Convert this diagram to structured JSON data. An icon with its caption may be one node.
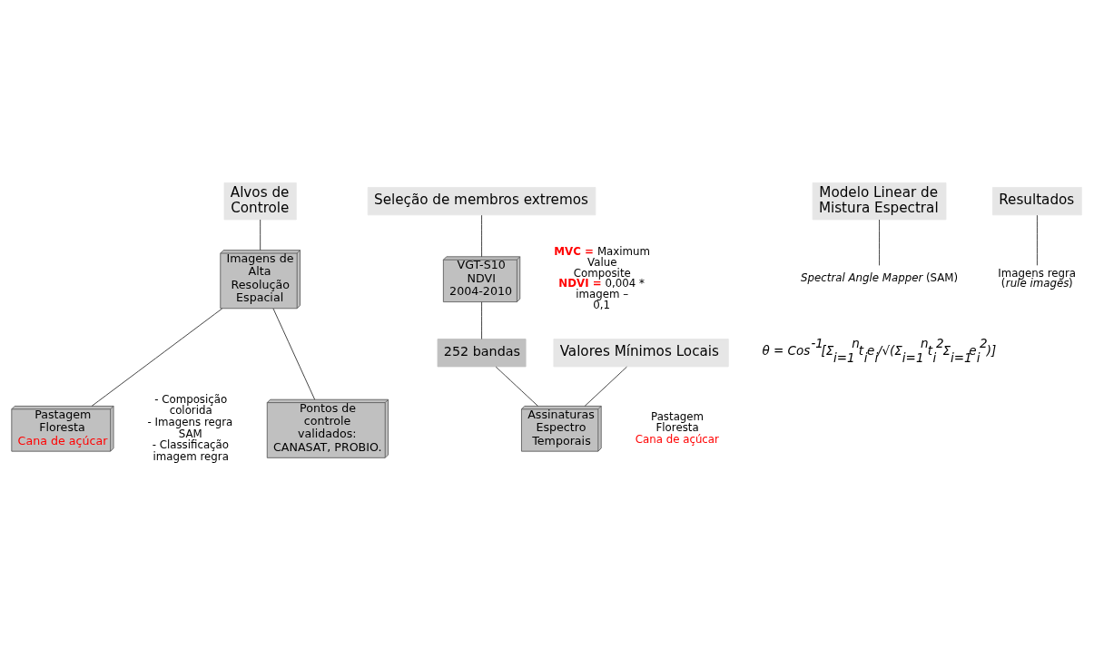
{
  "diagram": {
    "nodes": [
      {
        "text": [
          "Alvos de Controle"
        ]
      },
      {
        "text": [
          "Seleção de membros extremos"
        ]
      },
      {
        "text": [
          "Modelo Linear de Mistura Espectral"
        ]
      },
      {
        "text": [
          "Resultados"
        ]
      },
      {
        "text": [
          "Imagens de Alta Resolução Espacial"
        ]
      },
      {
        "text": [
          "VGT-S10 NDVI 2004-2010"
        ],
        "beside": [
          "**MVC =** Maximum Value Composite",
          "**NDVI =** 0,004 * imagem – 0,1"
        ]
      },
      {
        "text": [
          "*Spectral Angle Mapper* (SAM)"
        ]
      },
      {
        "text": [
          "Imagens regra (*rule images*)"
        ]
      },
      {
        "text": [
          "252 bandas"
        ]
      },
      {
        "text": [
          "Pastagem",
          "Floresta",
          "Cana de açúcar"
        ],
        "beside": [
          "- Composição colorida",
          "- Imagens regra SAM",
          "- Classificação imagem regra"
        ]
      },
      {
        "text": [
          "Valores Mínimos Locais"
        ]
      },
      {
        "text": [
          "Pontos de controle validados: CANASAT, PROBIO."
        ]
      },
      {
        "text": [
          "Assinaturas Espectro Temporais"
        ],
        "beside": [
          "Pastagem",
          "Floresta",
          "Cana de açúcar"
        ]
      }
    ],
    "edges": [
      {
        "from": 0,
        "to": 4,
        "arrow": "none"
      },
      {
        "from": 1,
        "to": 5,
        "arrow": "none"
      },
      {
        "from": 2,
        "to": 6,
        "arrow": "none"
      },
      {
        "from": 3,
        "to": 7,
        "arrow": "none"
      },
      {
        "from": 4,
        "to": 11,
        "arrow": "none"
      },
      {
        "from": 4,
        "to": 9,
        "arrow": "none"
      },
      {
        "from": 5,
        "to": 8,
        "arrow": "none"
      },
      {
        "from": 8,
        "to": 12,
        "arrow": "none"
      },
      {
        "from": 10,
        "to": 12,
        "arrow": "none"
      }
    ],
    "labels": [
      "θ = Cos$^{-1}$[Σ$_{i=1}$$^{n}$t$_{i}$e$_{i}$/√(Σ$_{i=1}$$^{n}$t$_{i}$$^{2}$Σ$_{i=1}$e$_{i}$$^{2}$)]"
    ]
  }
}
